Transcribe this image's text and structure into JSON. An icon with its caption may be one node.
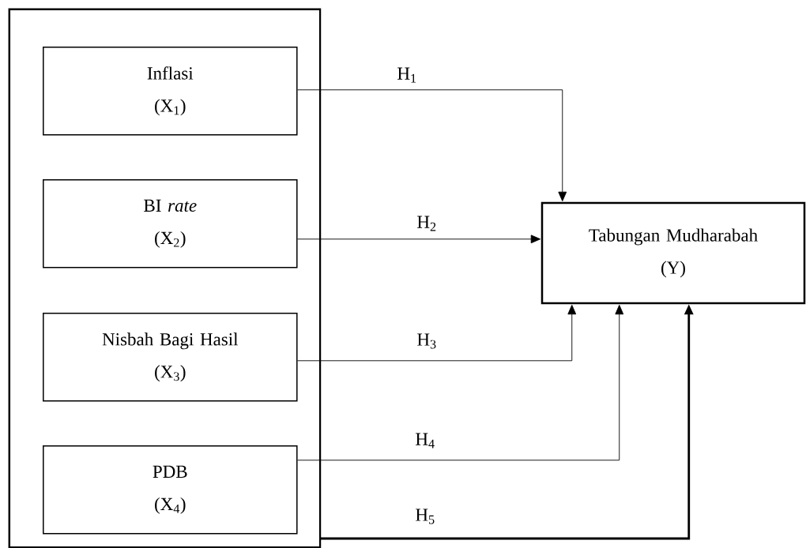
{
  "diagram": {
    "nodes": [
      {
        "text": [],
        "shape": "box"
      },
      {
        "text": [
          "Inflasi",
          "(X$_{1}$)"
        ],
        "in": 0
      },
      {
        "text": [
          "BI *rate*",
          "(X$_{2}$)"
        ],
        "in": 0
      },
      {
        "text": [
          "Nisbah Bagi Hasil",
          "(X$_{3}$)"
        ],
        "in": 0
      },
      {
        "text": [
          "PDB",
          "(X$_{4}$)"
        ],
        "in": 0
      },
      {
        "text": [
          "Tabungan Mudharabah",
          "(Y)"
        ]
      }
    ],
    "edges": [
      {
        "from": 1,
        "to": 5,
        "arrow": "to",
        "label": "H$_{1}$"
      },
      {
        "from": 2,
        "to": 5,
        "arrow": "to",
        "label": "H$_{2}$"
      },
      {
        "from": 3,
        "to": 5,
        "arrow": "to",
        "label": "H$_{3}$"
      },
      {
        "from": 4,
        "to": 5,
        "arrow": "to",
        "label": "H$_{4}$"
      },
      {
        "from": 0,
        "to": 5,
        "arrow": "to",
        "label": "H$_{5}$",
        "style": "thick"
      }
    ]
  }
}
